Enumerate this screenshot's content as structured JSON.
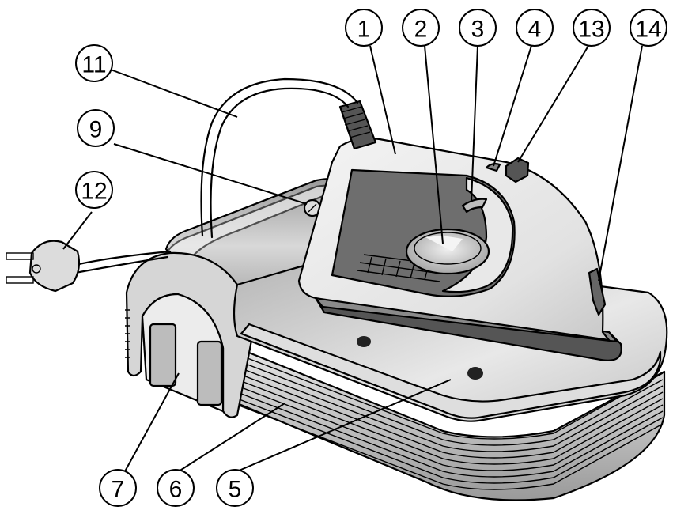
{
  "callouts": [
    {
      "id": "c1",
      "label": "1"
    },
    {
      "id": "c2",
      "label": "2"
    },
    {
      "id": "c3",
      "label": "3"
    },
    {
      "id": "c4",
      "label": "4"
    },
    {
      "id": "c13",
      "label": "13"
    },
    {
      "id": "c14",
      "label": "14"
    },
    {
      "id": "c11",
      "label": "11"
    },
    {
      "id": "c9",
      "label": "9"
    },
    {
      "id": "c12",
      "label": "12"
    },
    {
      "id": "c7",
      "label": "7"
    },
    {
      "id": "c6",
      "label": "6"
    },
    {
      "id": "c5",
      "label": "5"
    }
  ],
  "colors": {
    "outline": "#000000",
    "body_light": "#eeeeee",
    "body_mid": "#d2d2d2",
    "body_dark": "#a8a8a8",
    "body_shadow": "#7a7a7a",
    "background": "#ffffff"
  }
}
